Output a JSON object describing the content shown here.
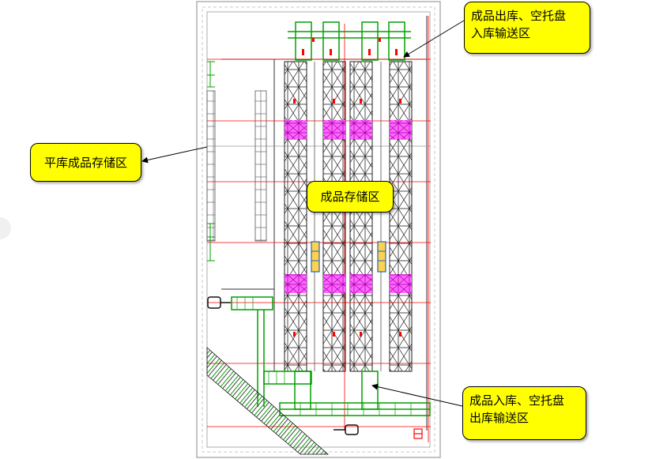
{
  "annotations": {
    "outbound_conveyor": {
      "line1": "成品出库、空托盘",
      "line2": "入库输送区"
    },
    "flat_storage": "平库成品存储区",
    "product_storage": "成品存储区",
    "inbound_conveyor": {
      "line1": "成品入库、空托盘",
      "line2": "出库输送区"
    }
  },
  "colors": {
    "callout_fill": "#ffff00",
    "grid_red": "#ff0000",
    "conveyor_green": "#00a000",
    "rack_dark": "#222222",
    "shuttle_magenta": "#ff33ff",
    "frame_gray": "#b0b0b0"
  },
  "icons": [
    "arrow-icon",
    "stacker-crane-icon",
    "pallet-icon"
  ]
}
